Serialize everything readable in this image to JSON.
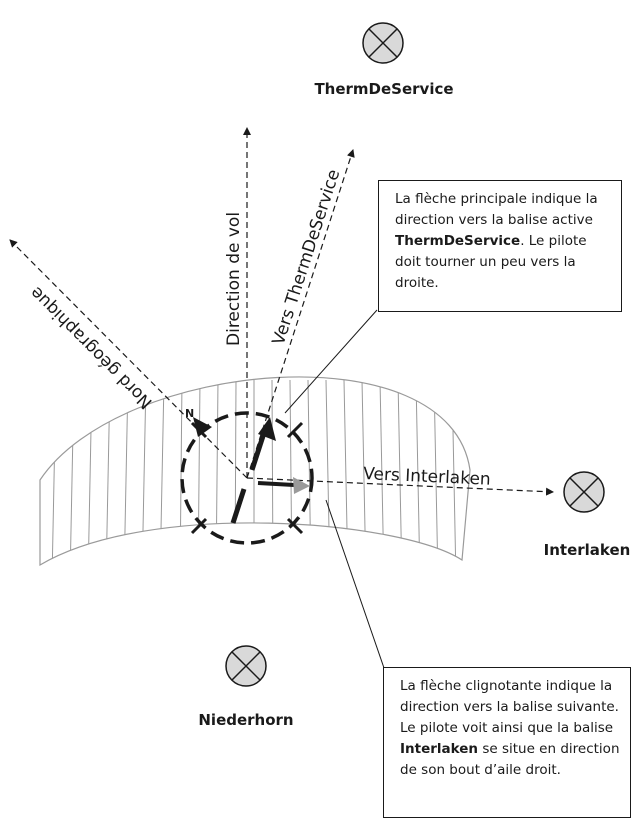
{
  "beacons": {
    "top": "ThermDeService",
    "right": "Interlaken",
    "bottom": "Niederhorn"
  },
  "axes": {
    "flight_direction": "Direction de vol",
    "toward_therm": "Vers ThermDeService",
    "geographic_north": "Nord géographique",
    "toward_interlaken": "Vers Interlaken"
  },
  "compass": {
    "north_letter": "N"
  },
  "callouts": {
    "main_arrow": {
      "text_1": "La flèche principale indique la direction vers la balise active ",
      "bold": "ThermDeService",
      "text_2": ". Le pilote doit tourner un peu vers la droite."
    },
    "blinking_arrow": {
      "text_1": "La flèche clignotante indique la direction vers la balise suivante. Le pilote voit ainsi que la balise ",
      "bold": "Interlaken",
      "text_2": " se situe en direction de son bout d’aile droit."
    }
  },
  "colors": {
    "ink": "#1a1a1a",
    "wing_outline": "#9a9a9a",
    "beacon_fill": "#d9d9d9",
    "blink_arrow": "#9a9a9a"
  }
}
